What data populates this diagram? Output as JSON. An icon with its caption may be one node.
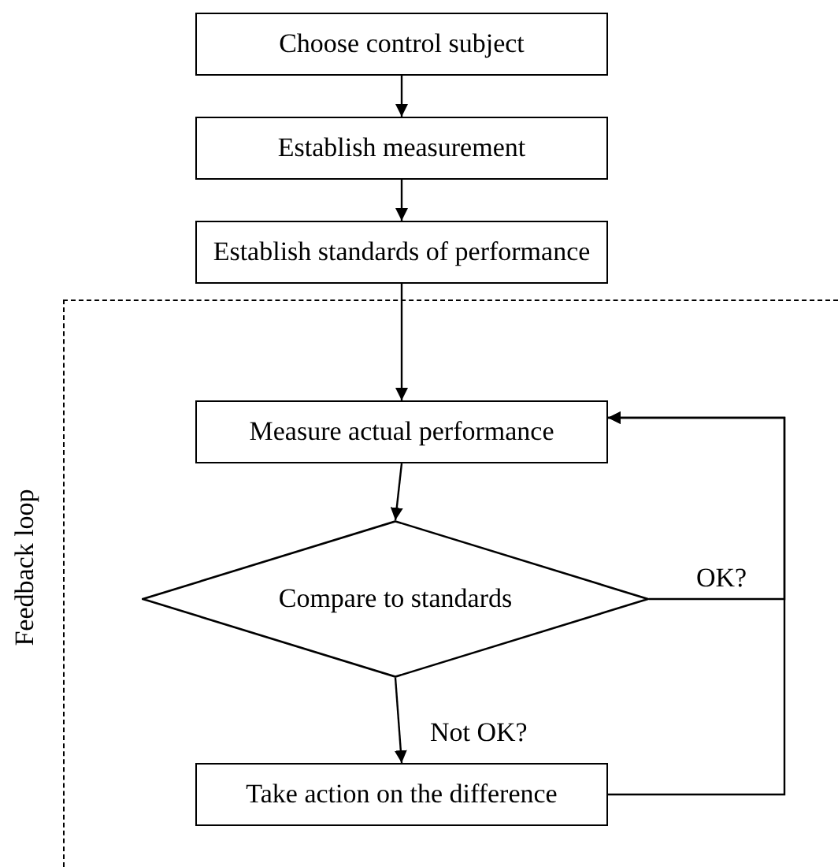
{
  "diagram": {
    "nodes": [
      {
        "text": [
          "Choose control subject"
        ]
      },
      {
        "text": [
          "Establish measurement"
        ]
      },
      {
        "text": [
          "Establish standards of performance"
        ]
      },
      {
        "text": [
          "Feedback loop"
        ]
      },
      {
        "text": [
          "Measure actual performance"
        ],
        "in": 3
      },
      {
        "text": [
          "Compare to standards"
        ],
        "in": 3
      },
      {
        "text": [
          "Take action on the difference"
        ],
        "in": 3
      }
    ],
    "edges": [
      {
        "from": 0,
        "to": 1,
        "arrow": "to"
      },
      {
        "from": 1,
        "to": 2,
        "arrow": "to"
      },
      {
        "from": 2,
        "to": 4,
        "arrow": "to"
      },
      {
        "from": 4,
        "to": 5,
        "arrow": "to"
      },
      {
        "from": 5,
        "to": 6,
        "arrow": "to",
        "label": "Not OK?"
      },
      {
        "from": 5,
        "to": 4,
        "arrow": "to",
        "label": "OK?"
      },
      {
        "from": 6,
        "to": 4,
        "arrow": "to"
      }
    ]
  }
}
